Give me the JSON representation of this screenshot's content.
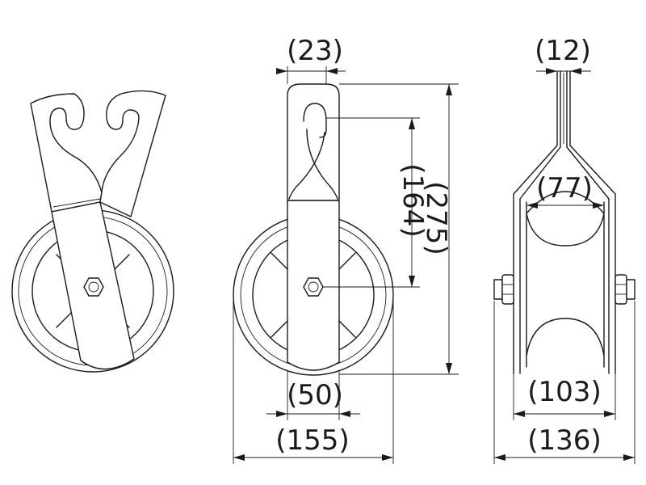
{
  "dimensions": {
    "side_top_width": "(23)",
    "side_hook_to_axle": "(164)",
    "side_total_height": "(275)",
    "side_plate_width": "(50)",
    "side_wheel_diameter": "(155)",
    "front_top_width": "(12)",
    "front_groove_width": "(77)",
    "front_wheel_width": "(103)",
    "front_total_width": "(136)"
  }
}
